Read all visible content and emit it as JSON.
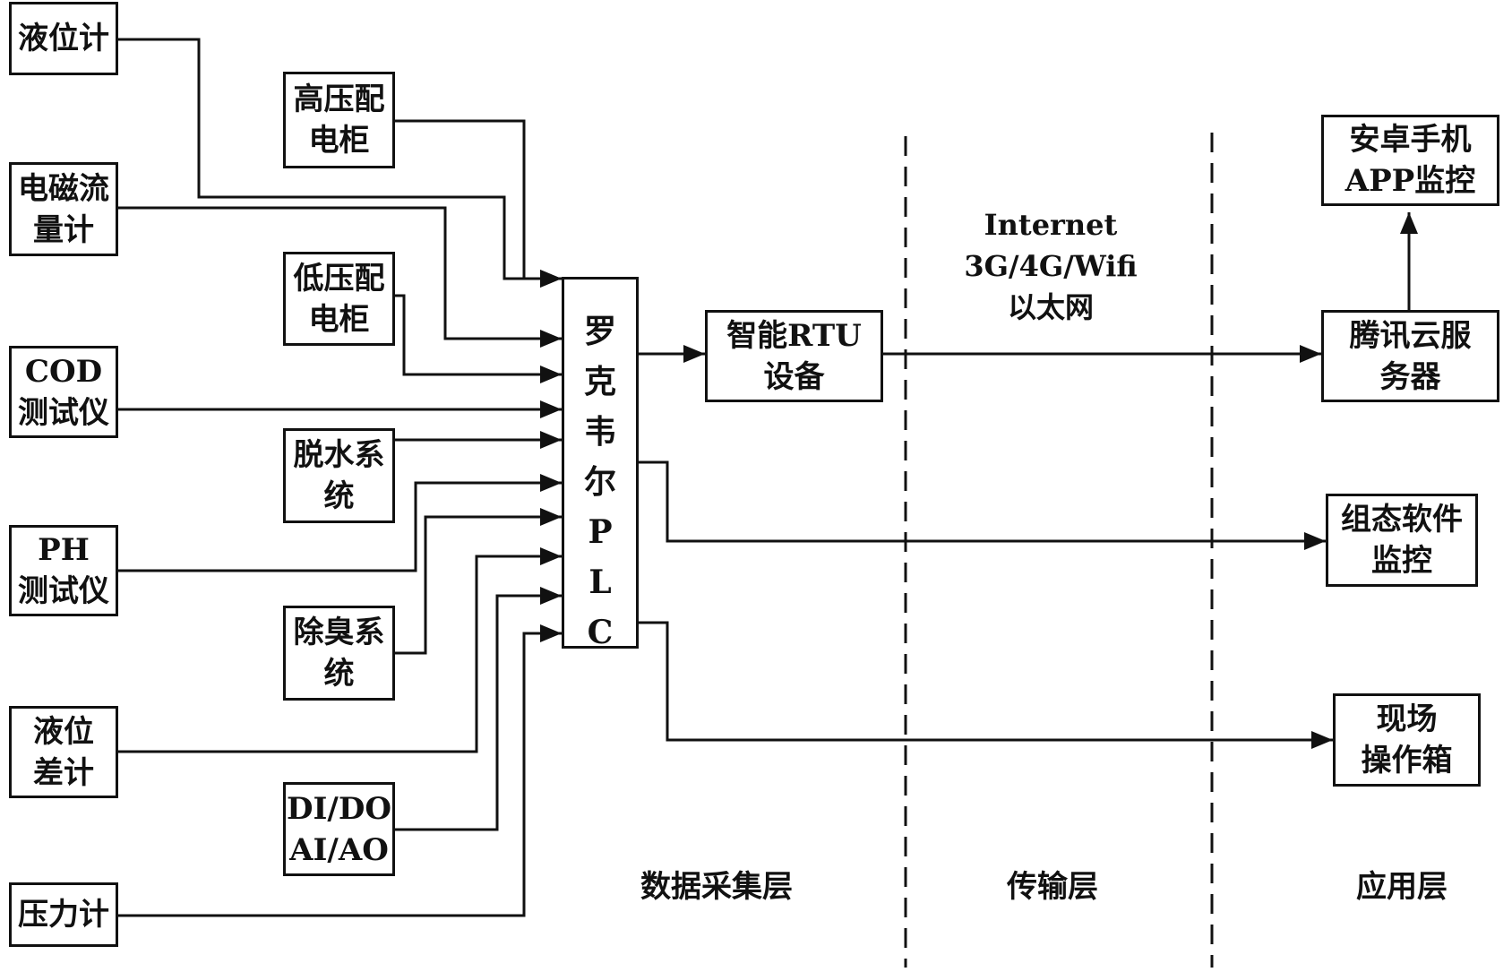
{
  "sensors": [
    {
      "id": "level-meter",
      "lines": [
        "液位计"
      ]
    },
    {
      "id": "em-flowmeter",
      "lines": [
        "电磁流",
        "量计"
      ]
    },
    {
      "id": "cod-tester",
      "lines": [
        "COD",
        "测试仪"
      ]
    },
    {
      "id": "ph-tester",
      "lines": [
        "PH",
        "测试仪"
      ]
    },
    {
      "id": "level-diff-meter",
      "lines": [
        "液位",
        "差计"
      ]
    },
    {
      "id": "pressure-meter",
      "lines": [
        "压力计"
      ]
    }
  ],
  "subsystems": [
    {
      "id": "hv-cabinet",
      "lines": [
        "高压配",
        "电柜"
      ]
    },
    {
      "id": "lv-cabinet",
      "lines": [
        "低压配",
        "电柜"
      ]
    },
    {
      "id": "dewatering-system",
      "lines": [
        "脱水系",
        "统"
      ]
    },
    {
      "id": "deodor-system",
      "lines": [
        "除臭系",
        "统"
      ]
    },
    {
      "id": "io-module",
      "lines": [
        "DI/DO",
        "AI/AO"
      ]
    }
  ],
  "plc": {
    "lines": [
      "罗",
      "克",
      "韦",
      "尔",
      "P",
      "L",
      "C"
    ]
  },
  "rtu": {
    "lines": [
      "智能RTU",
      "设备"
    ]
  },
  "cloud": {
    "lines": [
      "腾讯云服",
      "务器"
    ]
  },
  "app": {
    "lines": [
      "安卓手机",
      "APP监控"
    ]
  },
  "scada": {
    "lines": [
      "组态软件",
      "监控"
    ]
  },
  "field_box": {
    "lines": [
      "现场",
      "操作箱"
    ]
  },
  "network": {
    "lines": [
      "Internet",
      "3G/4G/Wifi",
      "以太网"
    ]
  },
  "layers": {
    "acquisition": "数据采集层",
    "transmission": "传输层",
    "application": "应用层"
  },
  "colors": {
    "stroke": "#111111",
    "background": "#ffffff"
  }
}
